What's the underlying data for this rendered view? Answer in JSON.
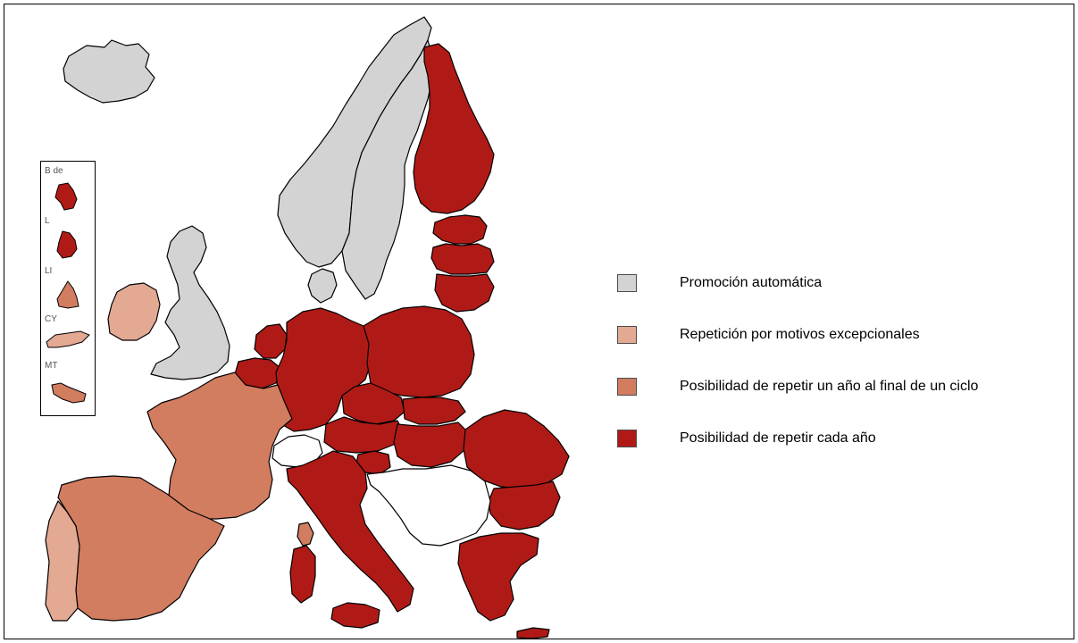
{
  "colors": {
    "promocion": "#d3d3d3",
    "excepcional": "#e3a993",
    "final_ciclo": "#d27c60",
    "cada_ano": "#b01a16",
    "sea": "#ffffff",
    "other": "#ffffff"
  },
  "legend": {
    "items": [
      {
        "key": "promocion",
        "label": "Promoción automática"
      },
      {
        "key": "excepcional",
        "label": "Repetición por motivos excepcionales"
      },
      {
        "key": "final_ciclo",
        "label": "Posibilidad de repetir un año al final de un ciclo"
      },
      {
        "key": "cada_ano",
        "label": "Posibilidad de repetir cada año"
      }
    ]
  },
  "insets": [
    {
      "label": "B de",
      "category": "cada_ano"
    },
    {
      "label": "L",
      "category": "cada_ano"
    },
    {
      "label": "LI",
      "category": "final_ciclo"
    },
    {
      "label": "CY",
      "category": "excepcional"
    },
    {
      "label": "MT",
      "category": "final_ciclo"
    }
  ],
  "countries": {
    "iceland": "promocion",
    "norway": "promocion",
    "sweden": "promocion",
    "finland": "cada_ano",
    "estonia": "cada_ano",
    "latvia": "cada_ano",
    "lithuania": "cada_ano",
    "uk": "promocion",
    "ireland": "excepcional",
    "denmark": "promocion",
    "netherlands": "cada_ano",
    "belgium": "cada_ano",
    "germany": "cada_ano",
    "poland": "cada_ano",
    "czechia": "cada_ano",
    "slovakia": "cada_ano",
    "austria": "cada_ano",
    "hungary": "cada_ano",
    "slovenia": "cada_ano",
    "romania": "cada_ano",
    "bulgaria": "cada_ano",
    "france": "final_ciclo",
    "spain": "final_ciclo",
    "portugal": "excepcional",
    "italy": "cada_ano",
    "greece": "cada_ano",
    "switzerland": "other",
    "balkans": "other"
  }
}
